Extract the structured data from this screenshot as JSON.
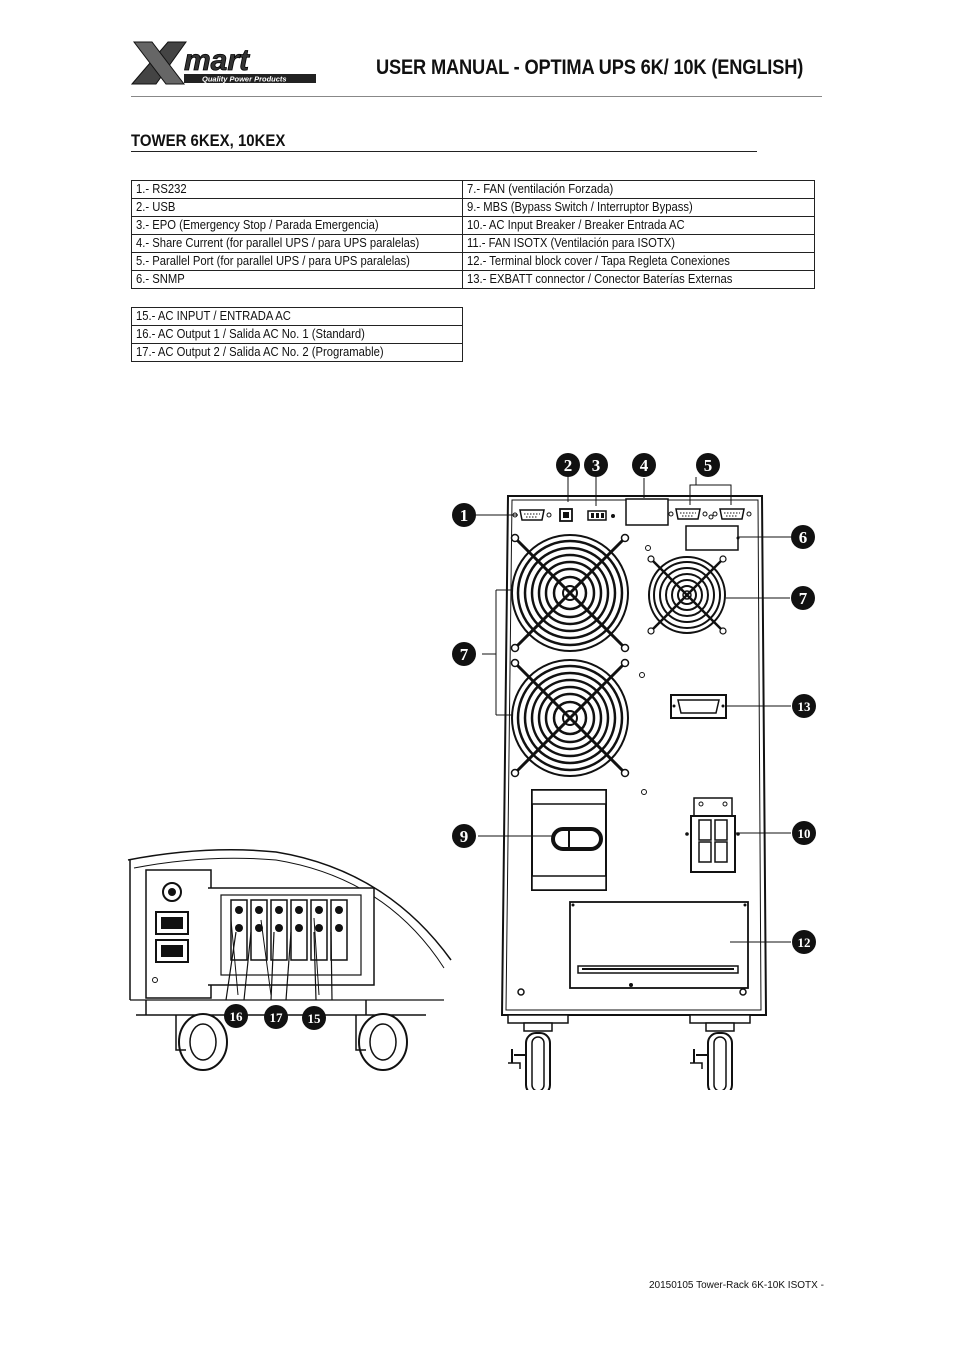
{
  "header": {
    "logo_text": "Xmart",
    "logo_tagline": "Quality Power Products",
    "title": "USER MANUAL - OPTIMA UPS 6K/ 10K (ENGLISH)"
  },
  "section": {
    "title": "TOWER  6KEX, 10KEX"
  },
  "legend_main": [
    [
      "1.- RS232",
      "7.- FAN (ventilación Forzada)"
    ],
    [
      "2.- USB",
      "9.- MBS (Bypass Switch / Interruptor Bypass)"
    ],
    [
      "3.- EPO (Emergency Stop / Parada Emergencia)",
      "10.- AC Input Breaker / Breaker Entrada AC"
    ],
    [
      "4.- Share Current (for parallel UPS / para UPS paralelas)",
      "11.- FAN ISOTX (Ventilación para ISOTX)"
    ],
    [
      "5.- Parallel Port (for parallel UPS / para UPS paralelas)",
      "12.- Terminal block cover / Tapa Regleta Conexiones"
    ],
    [
      "6.- SNMP",
      "13.- EXBATT connector / Conector Baterías Externas"
    ]
  ],
  "legend_ac": [
    "15.- AC INPUT / ENTRADA AC",
    "16.- AC Output 1 / Salida AC No. 1 (Standard)",
    "17.- AC Output 2 / Salida AC No. 2 (Programable)"
  ],
  "callouts": {
    "c1": "1",
    "c2": "2",
    "c3": "3",
    "c4": "4",
    "c5": "5",
    "c6": "6",
    "c7a": "7",
    "c7b": "7",
    "c9": "9",
    "c10": "10",
    "c12": "12",
    "c13": "13",
    "c15": "15",
    "c16": "16",
    "c17": "17"
  },
  "footer": {
    "text": "20150105 Tower-Rack 6K-10K ISOTX  -"
  }
}
